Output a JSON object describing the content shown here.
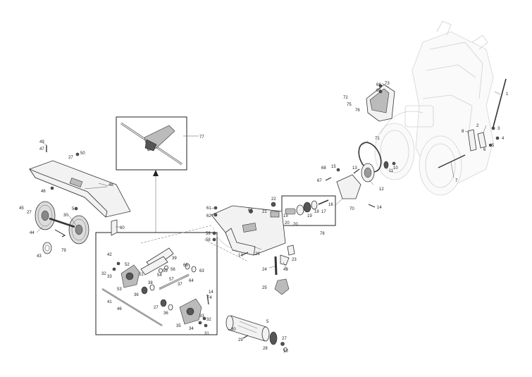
{
  "labels": {
    "l1": "1",
    "l2": "2",
    "l3": "3",
    "l4": "4",
    "l5": "5",
    "l6": "6",
    "l7": "7",
    "l8": "8",
    "l10": "10",
    "l11": "11",
    "l12": "12",
    "l13": "13",
    "l14": "14",
    "l15": "15",
    "l16": "16",
    "l17": "17",
    "l18": "18",
    "l19": "19",
    "l20": "20",
    "l21": "21",
    "l22": "22",
    "l23": "23",
    "l24": "24",
    "l25": "25",
    "l26": "26",
    "l27": "27",
    "l28": "28",
    "l29": "29",
    "l30": "30",
    "l31": "31",
    "l32": "32",
    "l33": "33",
    "l34": "34",
    "l35": "35",
    "l36": "36",
    "l37": "37",
    "l38": "38",
    "l39": "39",
    "l41": "41",
    "l42": "42",
    "l43": "43",
    "l44": "44",
    "l45": "45",
    "l46": "46",
    "l47": "47",
    "l48": "48",
    "l49": "49",
    "l50": "50",
    "l51": "51",
    "l52": "52",
    "l53": "53",
    "l54": "54",
    "l55": "55",
    "l56": "56",
    "l57": "57",
    "l58": "58",
    "l59": "59",
    "l60": "60",
    "l61": "61",
    "l62": "62",
    "l63": "63",
    "l64": "64",
    "l65": "65",
    "l66": "66",
    "l67": "67",
    "l68": "68",
    "l69": "69",
    "l70": "70",
    "l71": "71",
    "l72": "72",
    "l73": "73",
    "l74": "74",
    "l75": "75",
    "l76": "76",
    "l77": "77",
    "l78": "78",
    "l79": "79"
  }
}
